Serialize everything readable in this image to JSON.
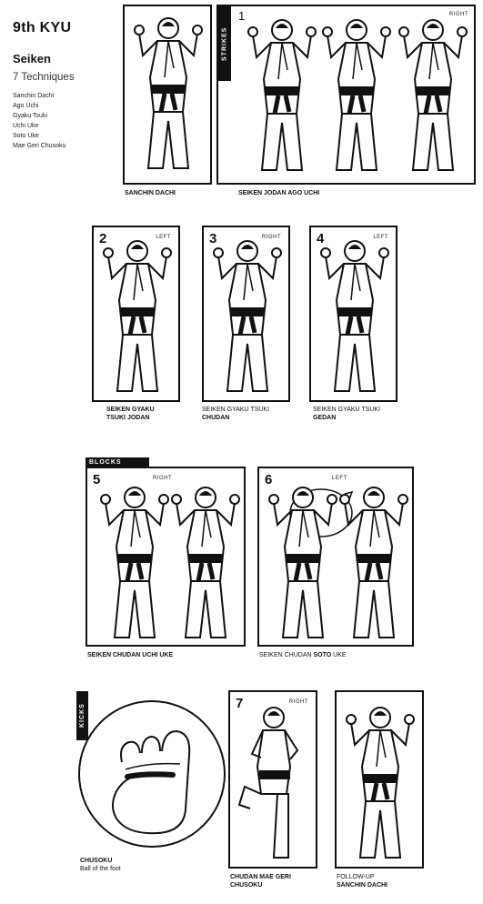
{
  "header": {
    "title": "9th KYU",
    "subtitle": "Seiken",
    "technique_count": "7 Techniques",
    "techniques": [
      "Sanchin Dachi",
      "Ago Uchi",
      "Gyaku Tsuki",
      "Uchi Uke",
      "Soto Uke",
      "Mae Geri Chusoku"
    ]
  },
  "tabs": {
    "strikes": "STRIKES",
    "blocks": "BLOCKS",
    "kicks": "KICKS"
  },
  "panels": {
    "stance": {
      "caption": "SANCHIN DACHI"
    },
    "p1": {
      "number": "1",
      "side": "RIGHT",
      "caption": "SEIKEN JODAN AGO UCHI"
    },
    "p2": {
      "number": "2",
      "side": "LEFT",
      "caption1": "SEIKEN GYAKU",
      "caption2": "TSUKI JODAN"
    },
    "p3": {
      "number": "3",
      "side": "RIGHT",
      "caption1": "SEIKEN GYAKU TSUKI",
      "caption2": "CHUDAN"
    },
    "p4": {
      "number": "4",
      "side": "LEFT",
      "caption1": "SEIKEN GYAKU TSUKI",
      "caption2": "GEDAN"
    },
    "p5": {
      "number": "5",
      "side": "RIGHT",
      "caption": "SEIKEN CHUDAN UCHI UKE"
    },
    "p6": {
      "number": "6",
      "side": "LEFT",
      "caption_a": "SEIKEN CHUDAN ",
      "caption_b": "SOTO",
      "caption_c": " UKE"
    },
    "foot": {
      "caption1": "CHUSOKU",
      "caption2": "Ball of the foot"
    },
    "p7": {
      "number": "7",
      "side": "RIGHT",
      "caption1": "CHUDAN MAE GERI",
      "caption2": "CHUSOKU"
    },
    "p8": {
      "caption1": "FOLLOW-UP",
      "caption2": "SANCHIN DACHI"
    }
  }
}
